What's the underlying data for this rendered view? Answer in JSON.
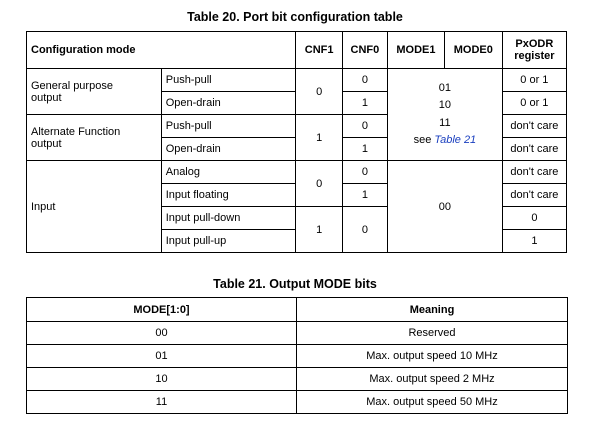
{
  "table20": {
    "caption": "Table 20. Port bit configuration table",
    "headers": {
      "configuration_mode": "Configuration mode",
      "cnf1": "CNF1",
      "cnf0": "CNF0",
      "mode1": "MODE1",
      "mode0": "MODE0",
      "pxodr_line1": "PxODR",
      "pxodr_line2": "register"
    },
    "groups": {
      "general_purpose": {
        "label_line1": "General purpose",
        "label_line2": "output",
        "cnf1": "0"
      },
      "alternate_function": {
        "label_line1": "Alternate Function",
        "label_line2": "output",
        "cnf1": "1"
      },
      "input": {
        "label": "Input"
      }
    },
    "rows": [
      {
        "sub": "Push-pull",
        "cnf0": "0",
        "pxodr": "0 or 1"
      },
      {
        "sub": "Open-drain",
        "cnf0": "1",
        "pxodr": "0 or 1"
      },
      {
        "sub": "Push-pull",
        "cnf0": "0",
        "pxodr": "don't care"
      },
      {
        "sub": "Open-drain",
        "cnf0": "1",
        "pxodr": "don't care"
      },
      {
        "sub": "Analog",
        "cnf0": "0",
        "pxodr": "don't care"
      },
      {
        "sub": "Input floating",
        "cnf0": "1",
        "pxodr": "don't care"
      },
      {
        "sub": "Input pull-down",
        "cnf0": "",
        "pxodr": "0"
      },
      {
        "sub": "Input pull-up",
        "cnf0": "",
        "pxodr": "1"
      }
    ],
    "input_cnf1_analog_floating": "0",
    "input_cnf1_pull": "1",
    "input_cnf0_pull": "0",
    "output_mode": {
      "line1": "01",
      "line2": "10",
      "line3": "11",
      "see_prefix": "see ",
      "see_link": "Table 21"
    },
    "input_mode": "00"
  },
  "table21": {
    "caption": "Table 21. Output MODE bits",
    "headers": {
      "mode": "MODE[1:0]",
      "meaning": "Meaning"
    },
    "rows": [
      {
        "mode": "00",
        "meaning": "Reserved"
      },
      {
        "mode": "01",
        "meaning": "Max. output speed 10 MHz"
      },
      {
        "mode": "10",
        "meaning": "Max. output speed 2 MHz"
      },
      {
        "mode": "11",
        "meaning": "Max. output speed 50 MHz"
      }
    ]
  },
  "colors": {
    "link": "#1a3fbf",
    "border": "#000000"
  }
}
